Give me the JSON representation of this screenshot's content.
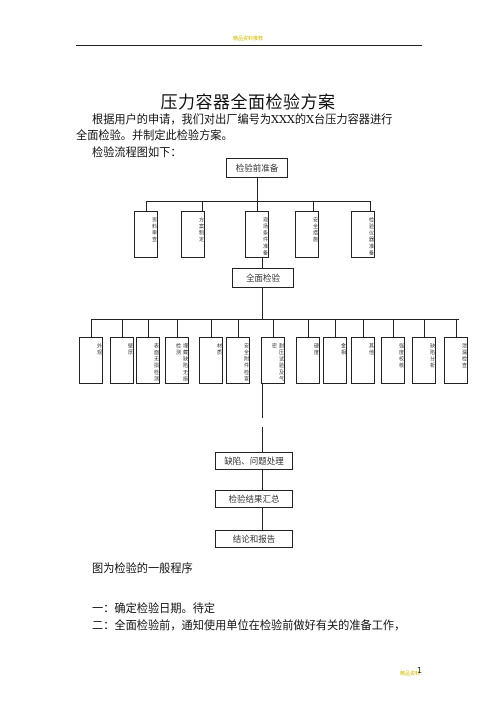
{
  "header": {
    "text": "精品资料推荐"
  },
  "doc": {
    "title": "压力容器全面检验方案",
    "intro_line1": "根据用户的申请，我们对出厂编号为XXX的X台压力容器进行",
    "intro_line2": "全面检验。并制定此检验方案。",
    "flow_intro": "检验流程图如下：",
    "caption": "图为检验的一般程序",
    "step1": "一：确定检验日期。待定",
    "step2": "二：全面检验前，通知使用单位在检验前做好有关的准备工作，"
  },
  "flowchart": {
    "top": "检验前准备",
    "prep_items": [
      "资料审查",
      "方案制定",
      "现场条件准备",
      "安全措施",
      "检验仪器准备"
    ],
    "mid": "全面检验",
    "check_items": [
      "外观",
      "壁厚",
      "表面无损检测",
      "埋藏缺陷无损检测",
      "材质",
      "安全附件检查",
      "耐压试验及气密",
      "硬度",
      "金相",
      "其他",
      "强度校核",
      "缺陷分析",
      "泄漏检查"
    ],
    "step_a": "缺陷、问题处理",
    "step_b": "检验结果汇总",
    "step_c": "结论和报告"
  },
  "footer": {
    "mark": "精品资料",
    "page": "1"
  }
}
